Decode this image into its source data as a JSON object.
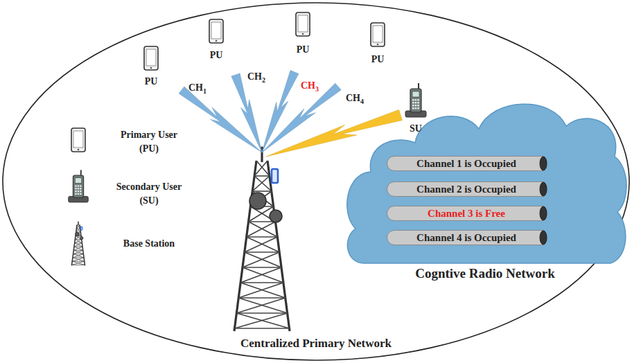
{
  "diagram": {
    "nodes": [
      {
        "text": [
          "Centralized Primary Network"
        ]
      },
      {
        "text": [
          "Cogntive Radio Network"
        ],
        "in": 0
      },
      {
        "text": [
          "Channel 1 is Occupied"
        ],
        "in": 1
      },
      {
        "text": [
          "Channel 2 is Occupied"
        ],
        "in": 1
      },
      {
        "text": [
          "Channel 3 is Free"
        ],
        "in": 1
      },
      {
        "text": [
          "Channel 4 is Occupied"
        ],
        "in": 1
      }
    ],
    "edges": [],
    "labels": [
      "PU",
      "PU",
      "PU",
      "PU",
      "CH1",
      "CH2",
      "CH3",
      "CH4",
      "SU"
    ],
    "legend": [
      {
        "text": "Primary User (PU)"
      },
      {
        "text": "Secondary User (SU)"
      },
      {
        "text": "Base Station"
      }
    ]
  }
}
